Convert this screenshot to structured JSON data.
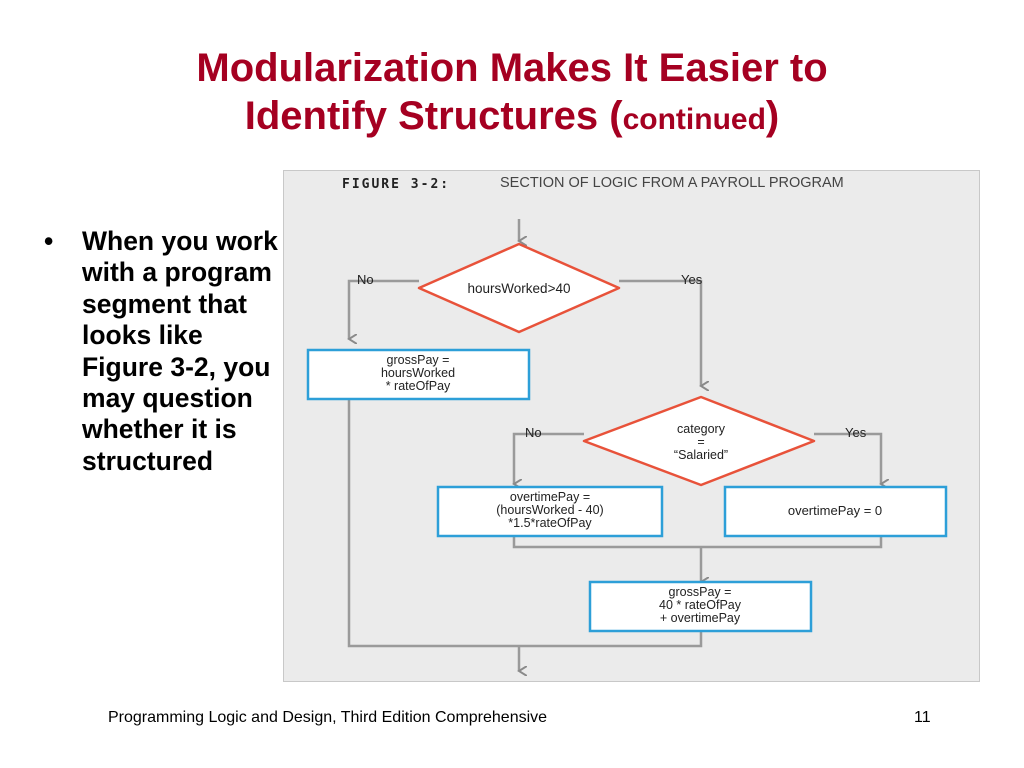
{
  "slide": {
    "title_main_line1": "Modularization Makes It Easier to",
    "title_main_line2": "Identify Structures (",
    "title_small": "continued",
    "title_close": ")",
    "bullet": "When you work with a program segment that looks like Figure 3-2, you may question whether it is structured",
    "footer": "Programming Logic and Design, Third Edition Comprehensive",
    "page_number": "11",
    "title_color": "#a50021"
  },
  "figure": {
    "number": "FIGURE 3-2:",
    "caption": "SECTION OF LOGIC FROM A PAYROLL PROGRAM",
    "decision1": "hoursWorked>40",
    "decision1_no": "No",
    "decision1_yes": "Yes",
    "box_gross_line1": "grossPay =",
    "box_gross_line2": "hoursWorked",
    "box_gross_line3": "* rateOfPay",
    "decision2_line1": "category",
    "decision2_line2": "=",
    "decision2_line3": "“Salaried”",
    "decision2_no": "No",
    "decision2_yes": "Yes",
    "box_ot_line1": "overtimePay =",
    "box_ot_line2": "(hoursWorked - 40)",
    "box_ot_line3": "*1.5*rateOfPay",
    "box_ot_zero": "overtimePay = 0",
    "box_final_line1": "grossPay =",
    "box_final_line2": "40 * rateOfPay",
    "box_final_line3": "+ overtimePay",
    "diamond_color": "#e8523a",
    "box_color": "#2d9fd8",
    "line_color": "#9a9a9a"
  }
}
